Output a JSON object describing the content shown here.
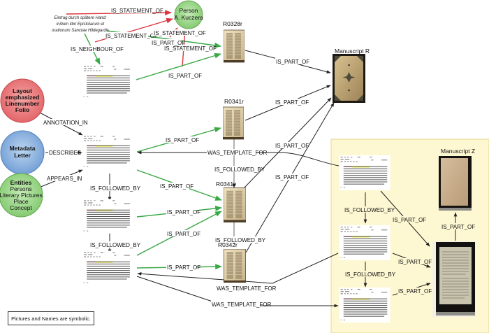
{
  "colors": {
    "red_edge": "#d9363e",
    "green_edge": "#3aa845",
    "black_edge": "#222222",
    "grey_edge": "#666666",
    "red_node": "#e8676a",
    "blue_node": "#7aa6d8",
    "green_node": "#8fd07f",
    "person_node": "#a8dd98",
    "group_bg": "#fdf7d2",
    "group_border": "#e6d790"
  },
  "annotation_note": [
    "Eintrag durch spätere Hand:",
    "initium libri Epistolarum et",
    "orationum Sanctae Hildegardis"
  ],
  "person": {
    "lines": [
      "Person",
      "A. Kuczera"
    ]
  },
  "circles": {
    "layout": [
      "Layout",
      "emphasized",
      "Linenumber",
      "Folio"
    ],
    "metadata": [
      "Metadata",
      "Letter"
    ],
    "entities": [
      "Entities",
      "Persons",
      "Literary Pictures",
      "Place",
      "Concept"
    ]
  },
  "pages": {
    "r0328r": "R0328r",
    "r0341r": "R0341r",
    "r0341v": "R0341v",
    "r0342r": "R0342r",
    "manuscript_r": "Manuscript R",
    "manuscript_z": "Manuscript Z"
  },
  "edges": {
    "is_statement_of": "IS_STATEMENT_OF",
    "is_neighbour_of": "IS_NEIGHBOUR_OF",
    "is_part_of": "IS_PART_OF",
    "annotation_in": "ANNOTATION_IN",
    "describes": "DESCRIBES",
    "appears_in": "APPEARS_IN",
    "is_followed_by": "IS_FOLLOWED_BY",
    "was_template_for": "WAS_TEMPLATE_FOR"
  },
  "legend": "Pictures and Names are symbolic."
}
